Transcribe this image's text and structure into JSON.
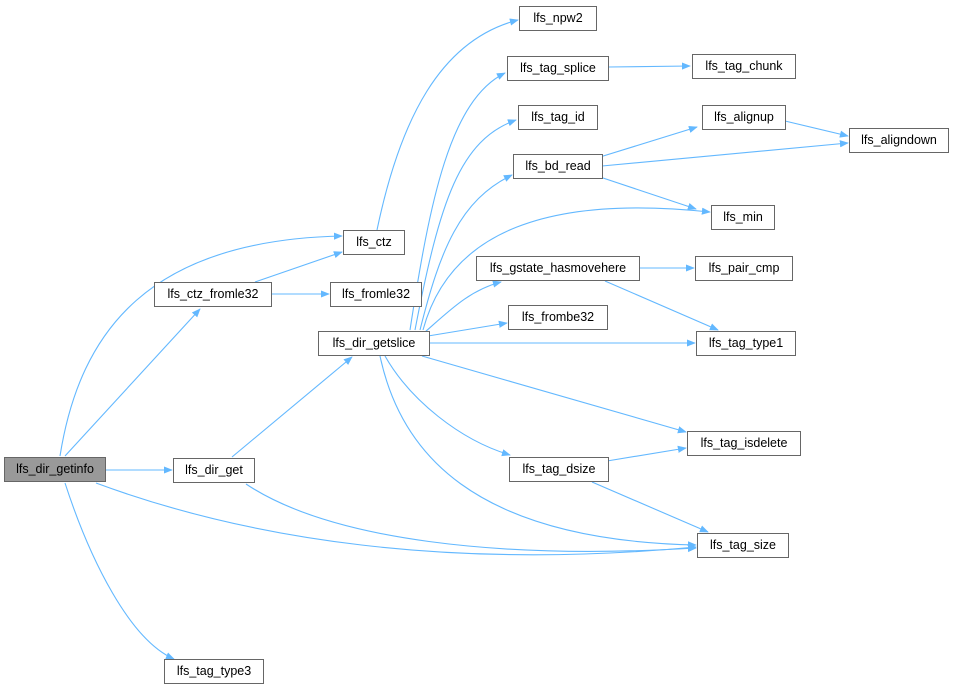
{
  "graph": {
    "root": "lfs_dir_getinfo",
    "colors": {
      "edge": "#63b8ff",
      "node_border": "#666666",
      "root_fill": "#999999",
      "node_fill": "#ffffff"
    },
    "nodes": {
      "lfs_dir_getinfo": "lfs_dir_getinfo",
      "lfs_ctz": "lfs_ctz",
      "lfs_ctz_fromle32": "lfs_ctz_fromle32",
      "lfs_dir_get": "lfs_dir_get",
      "lfs_tag_size": "lfs_tag_size",
      "lfs_tag_type3": "lfs_tag_type3",
      "lfs_npw2": "lfs_npw2",
      "lfs_fromle32": "lfs_fromle32",
      "lfs_dir_getslice": "lfs_dir_getslice",
      "lfs_tag_splice": "lfs_tag_splice",
      "lfs_tag_chunk": "lfs_tag_chunk",
      "lfs_tag_id": "lfs_tag_id",
      "lfs_bd_read": "lfs_bd_read",
      "lfs_alignup": "lfs_alignup",
      "lfs_aligndown": "lfs_aligndown",
      "lfs_min": "lfs_min",
      "lfs_gstate_hasmovehere": "lfs_gstate_hasmovehere",
      "lfs_pair_cmp": "lfs_pair_cmp",
      "lfs_frombe32": "lfs_frombe32",
      "lfs_tag_type1": "lfs_tag_type1",
      "lfs_tag_isdelete": "lfs_tag_isdelete",
      "lfs_tag_dsize": "lfs_tag_dsize"
    },
    "edges": [
      [
        "lfs_dir_getinfo",
        "lfs_ctz"
      ],
      [
        "lfs_dir_getinfo",
        "lfs_ctz_fromle32"
      ],
      [
        "lfs_dir_getinfo",
        "lfs_dir_get"
      ],
      [
        "lfs_dir_getinfo",
        "lfs_tag_size"
      ],
      [
        "lfs_dir_getinfo",
        "lfs_tag_type3"
      ],
      [
        "lfs_ctz",
        "lfs_npw2"
      ],
      [
        "lfs_ctz_fromle32",
        "lfs_ctz"
      ],
      [
        "lfs_ctz_fromle32",
        "lfs_fromle32"
      ],
      [
        "lfs_dir_get",
        "lfs_dir_getslice"
      ],
      [
        "lfs_dir_get",
        "lfs_tag_size"
      ],
      [
        "lfs_dir_getslice",
        "lfs_tag_splice"
      ],
      [
        "lfs_dir_getslice",
        "lfs_tag_id"
      ],
      [
        "lfs_dir_getslice",
        "lfs_bd_read"
      ],
      [
        "lfs_dir_getslice",
        "lfs_min"
      ],
      [
        "lfs_dir_getslice",
        "lfs_gstate_hasmovehere"
      ],
      [
        "lfs_dir_getslice",
        "lfs_frombe32"
      ],
      [
        "lfs_dir_getslice",
        "lfs_tag_type1"
      ],
      [
        "lfs_dir_getslice",
        "lfs_tag_isdelete"
      ],
      [
        "lfs_dir_getslice",
        "lfs_tag_dsize"
      ],
      [
        "lfs_dir_getslice",
        "lfs_tag_size"
      ],
      [
        "lfs_tag_splice",
        "lfs_tag_chunk"
      ],
      [
        "lfs_bd_read",
        "lfs_alignup"
      ],
      [
        "lfs_bd_read",
        "lfs_aligndown"
      ],
      [
        "lfs_bd_read",
        "lfs_min"
      ],
      [
        "lfs_alignup",
        "lfs_aligndown"
      ],
      [
        "lfs_gstate_hasmovehere",
        "lfs_pair_cmp"
      ],
      [
        "lfs_gstate_hasmovehere",
        "lfs_tag_type1"
      ],
      [
        "lfs_tag_dsize",
        "lfs_tag_isdelete"
      ],
      [
        "lfs_tag_dsize",
        "lfs_tag_size"
      ]
    ]
  }
}
